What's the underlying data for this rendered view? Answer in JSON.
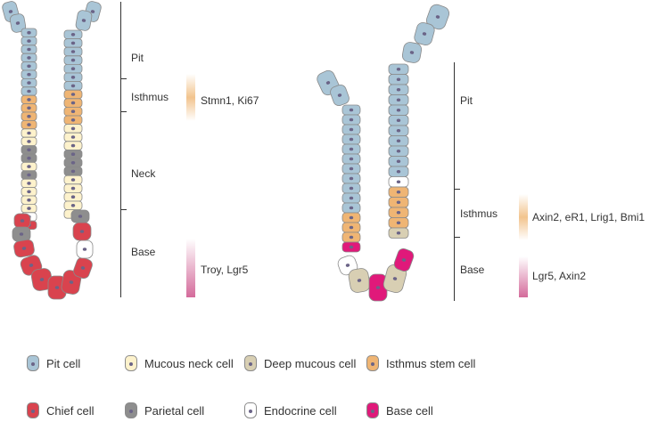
{
  "left_gland": {
    "zones": [
      "Pit",
      "Isthmus",
      "Neck",
      "Base"
    ],
    "markers": [
      {
        "text": "Stmn1, Ki67",
        "color": "#f2c48e"
      },
      {
        "text": "Troy, Lgr5",
        "color": "#d46b9b"
      }
    ]
  },
  "right_gland": {
    "zones": [
      "Pit",
      "Isthmus",
      "Base"
    ],
    "markers": [
      {
        "text": "Axin2, eR1, Lrig1, Bmi1",
        "color": "#f2c48e"
      },
      {
        "text": "Lgr5, Axin2",
        "color": "#d46b9b"
      }
    ]
  },
  "legend": [
    {
      "label": "Pit cell",
      "color": "#a9c5d6",
      "icon": "pit-cell-icon"
    },
    {
      "label": "Mucous neck cell",
      "color": "#fdf2cc",
      "icon": "mucous-neck-cell-icon"
    },
    {
      "label": "Deep mucous cell",
      "color": "#d8cfb3",
      "icon": "deep-mucous-cell-icon"
    },
    {
      "label": "Isthmus stem cell",
      "color": "#efb574",
      "icon": "isthmus-stem-cell-icon"
    },
    {
      "label": "Chief cell",
      "color": "#d9434e",
      "icon": "chief-cell-icon"
    },
    {
      "label": "Parietal cell",
      "color": "#8e8e8e",
      "icon": "parietal-cell-icon"
    },
    {
      "label": "Endocrine cell",
      "color": "#ffffff",
      "icon": "endocrine-cell-icon"
    },
    {
      "label": "Base cell",
      "color": "#e0197a",
      "icon": "base-cell-icon"
    }
  ],
  "nucleus_color": "#6b6487",
  "outline_color": "#8a8a8a"
}
